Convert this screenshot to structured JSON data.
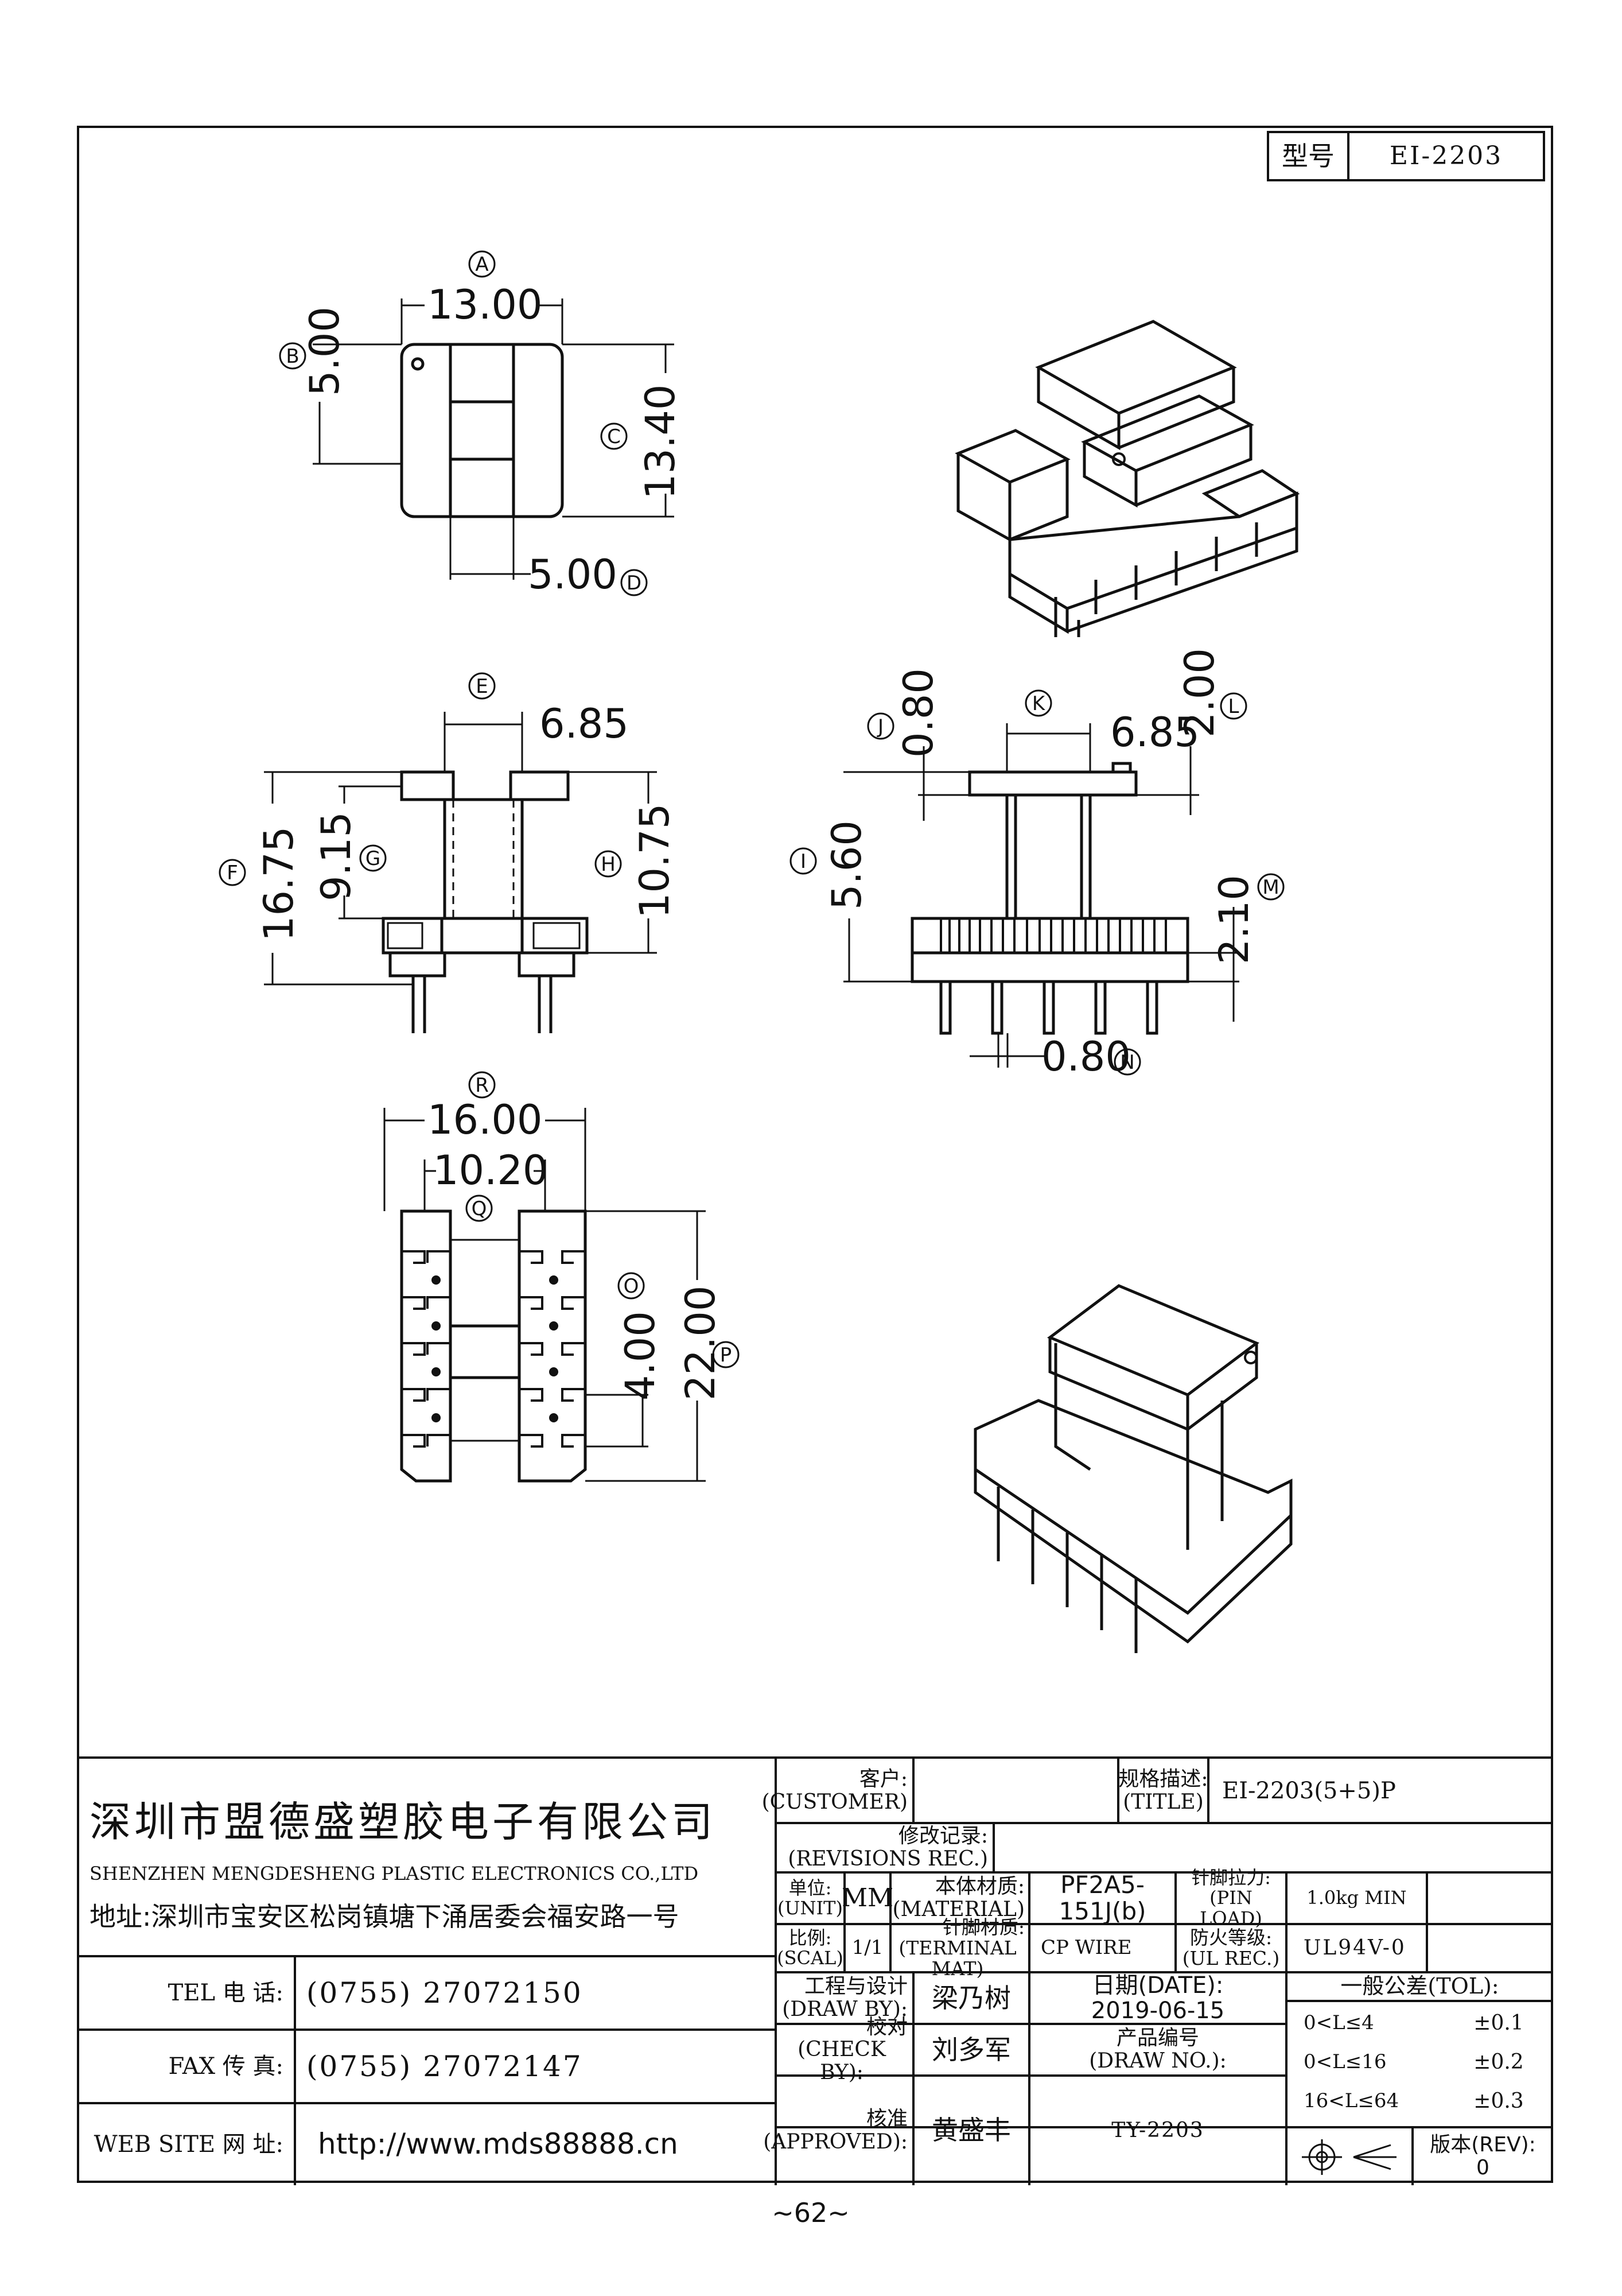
{
  "model_box": {
    "label": "型号",
    "value": "EI-2203"
  },
  "dimensions": {
    "A": "13.00",
    "B": "5.00",
    "C": "13.40",
    "D": "5.00",
    "E": "6.85",
    "F": "16.75",
    "G": "9.15",
    "H": "10.75",
    "J": "0.80",
    "K": "6.85",
    "L": "2.00",
    "I": "5.60",
    "M": "2.10",
    "N": "0.80",
    "R": "16.00",
    "Q": "10.20",
    "O": "4.00",
    "P": "22.00"
  },
  "markers": {
    "A": "A",
    "B": "B",
    "C": "C",
    "D": "D",
    "E": "E",
    "F": "F",
    "G": "G",
    "H": "H",
    "J": "J",
    "K": "K",
    "L": "L",
    "I": "I",
    "M": "M",
    "N": "N",
    "R": "R",
    "Q": "Q",
    "O": "O",
    "P": "P"
  },
  "company": {
    "name_cn": "深圳市盟德盛塑胶电子有限公司",
    "name_en": "SHENZHEN MENGDESHENG PLASTIC ELECTRONICS CO.,LTD",
    "address": "地址:深圳市宝安区松岗镇塘下涌居委会福安路一号",
    "tel_label": "TEL 电 话:",
    "tel": "(0755) 27072150",
    "fax_label": "FAX 传 真:",
    "fax": "(0755) 27072147",
    "web_label": "WEB SITE 网 址:",
    "web": "http://www.mds88888.cn"
  },
  "title_block": {
    "customer_cn": "客户:",
    "customer_en": "(CUSTOMER)",
    "customer_value": "",
    "title_cn": "规格描述:",
    "title_en": "(TITLE)",
    "title_value": "EI-2203(5+5)P",
    "rev_cn": "修改记录:",
    "rev_en": "(REVISIONS REC.)",
    "rev_value": "",
    "unit_cn": "单位:",
    "unit_en": "(UNIT)",
    "unit_value": "MM",
    "material_cn": "本体材质:",
    "material_en": "(MATERIAL)",
    "material_value": "PF2A5-151J(b)",
    "pinload_cn": "针脚拉力:",
    "pinload_en": "(PIN LOAD)",
    "pinload_value": "1.0kg MIN",
    "scale_cn": "比例:",
    "scale_en": "(SCAL)",
    "scale_value": "1/1",
    "terminal_cn": "针脚材质:",
    "terminal_en": "(TERMINAL MAT)",
    "terminal_value": "CP WIRE",
    "ul_cn": "防火等级:",
    "ul_en": "(UL REC.)",
    "ul_value": "UL94V-0",
    "draw_cn": "工程与设计",
    "draw_en": "(DRAW BY):",
    "draw_value": "梁乃树",
    "date_cn": "日期(DATE):",
    "date_value": "2019-06-15",
    "check_cn": "校对",
    "check_en": "(CHECK BY):",
    "check_value": "刘多军",
    "drawno_cn": "产品编号",
    "drawno_en": "(DRAW NO.):",
    "drawno_value": "TY-2203",
    "approved_cn": "核准",
    "approved_en": "(APPROVED):",
    "approved_value": "黄盛丰",
    "tol_title": "一般公差(TOL):",
    "tol_rows": [
      {
        "range": "0<L≤4",
        "value": "±0.1"
      },
      {
        "range": "0<L≤16",
        "value": "±0.2"
      },
      {
        "range": "16<L≤64",
        "value": "±0.3"
      }
    ],
    "rev_no_cn": "版本(REV):",
    "rev_no_value": "0"
  },
  "page_number": "~62~"
}
